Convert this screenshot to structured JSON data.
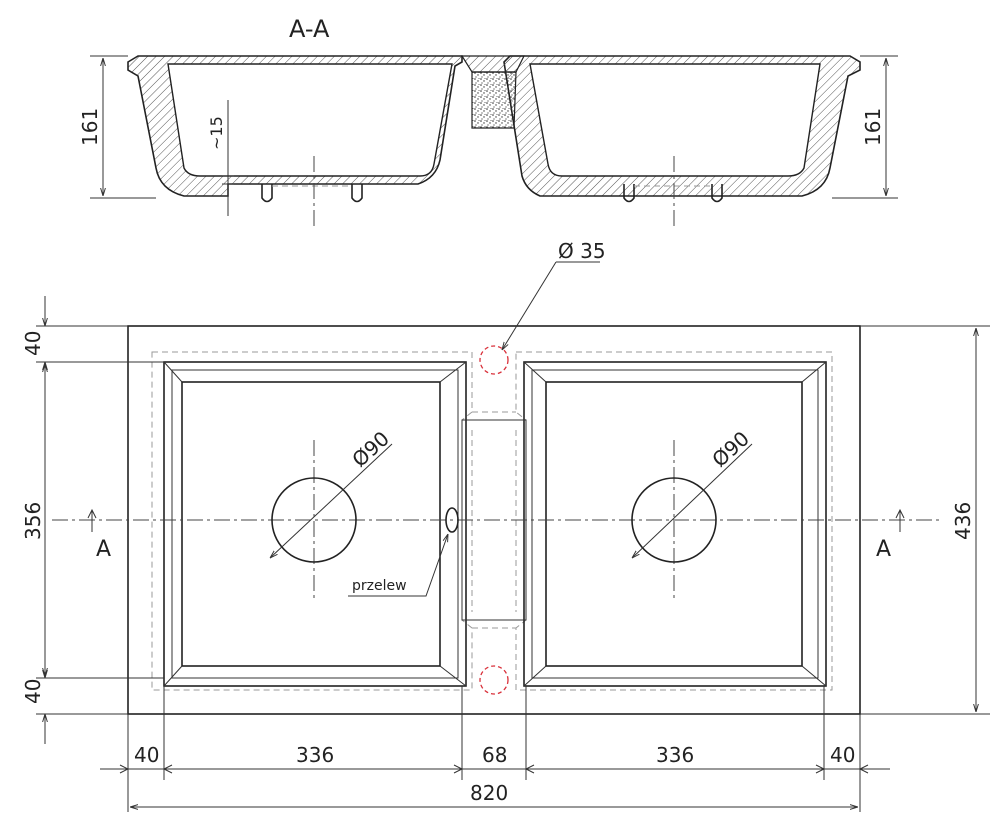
{
  "section_view": {
    "title": "A-A",
    "height_left": "161",
    "height_right": "161",
    "wall": "~15"
  },
  "plan_view": {
    "overflow_hole": "Ø 35",
    "drain_left": "Ø90",
    "drain_right": "Ø90",
    "overflow_label": "przelew",
    "section_mark_left": "A",
    "section_mark_right": "A",
    "height_top_margin": "40",
    "height_inner": "356",
    "height_bottom_margin": "40",
    "height_total": "436"
  },
  "width_dims": {
    "left_margin": "40",
    "left_bowl": "336",
    "middle": "68",
    "right_bowl": "336",
    "right_margin": "40",
    "total": "820"
  },
  "colors": {
    "line": "#222222",
    "hidden_line": "#999999",
    "overflow_hole": "#d9303a"
  }
}
